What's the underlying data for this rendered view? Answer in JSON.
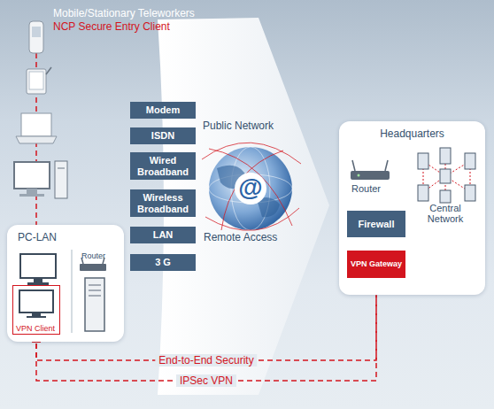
{
  "diagram": {
    "nodes": [
      {
        "text": [
          "PC-LAN"
        ]
      },
      {
        "text": [
          "VPN Client"
        ],
        "in": 0
      },
      {
        "text": [
          "Modem"
        ]
      },
      {
        "text": [
          "ISDN"
        ]
      },
      {
        "text": [
          "Wired Broadband"
        ]
      },
      {
        "text": [
          "Wireless Broadband"
        ]
      },
      {
        "text": [
          "LAN"
        ]
      },
      {
        "text": [
          "3 G"
        ]
      },
      {
        "text": [
          "Headquarters"
        ]
      },
      {
        "text": [
          "Firewall"
        ],
        "in": 8
      },
      {
        "text": [
          "VPN Gateway"
        ],
        "in": 8
      }
    ],
    "edges": [
      {
        "from": 1,
        "to": 10,
        "label": "End-to-End Security",
        "arrow": "both"
      },
      {
        "from": 1,
        "to": 10,
        "label": "IPSec VPN",
        "arrow": "both"
      }
    ],
    "labels": [
      "Mobile/Stationary Teleworkers",
      "NCP Secure Entry Client",
      "Public Network",
      "Remote Access",
      "Router",
      "Router",
      "Central Network",
      "@"
    ]
  }
}
